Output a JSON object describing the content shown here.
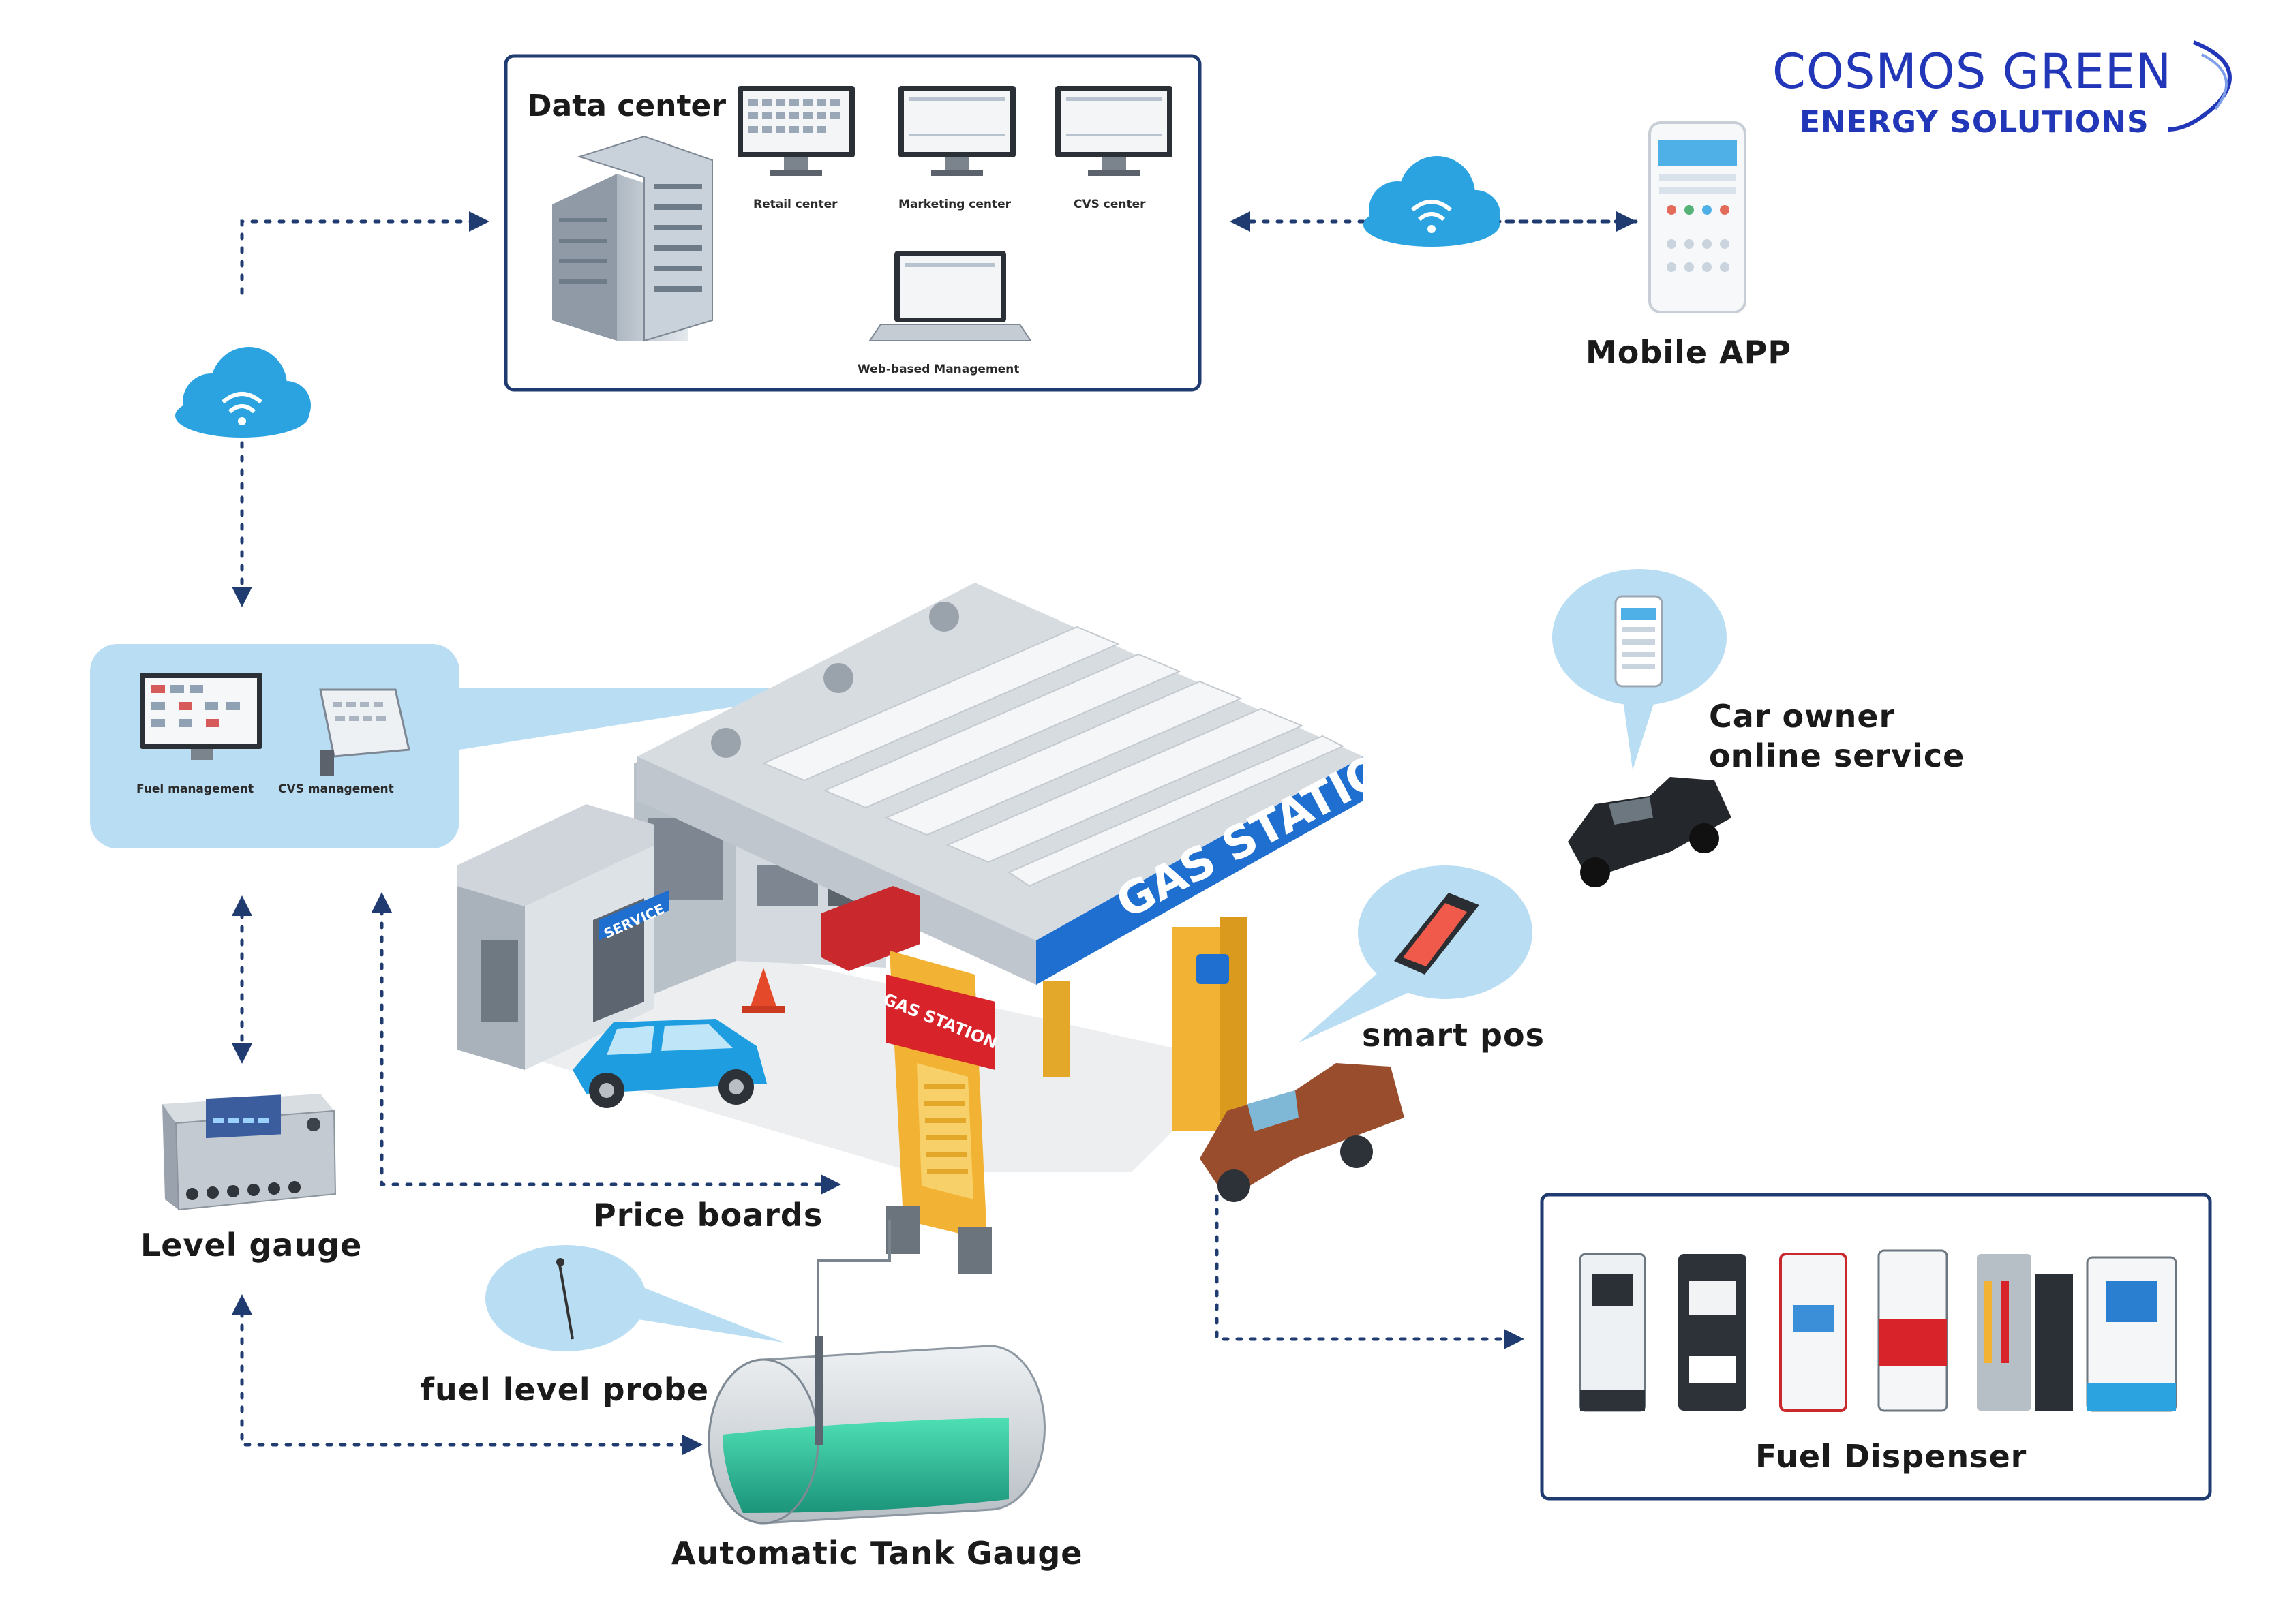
{
  "brand": {
    "line1": "COSMOS GREEN",
    "line2": "ENERGY  SOLUTIONS"
  },
  "data_center": {
    "title": "Data center",
    "retail": "Retail center",
    "marketing": "Marketing center",
    "cvs": "CVS center",
    "web": "Web-based Management"
  },
  "mobile_app": "Mobile APP",
  "station_panel": {
    "fuel_mgmt": "Fuel management",
    "cvs_mgmt": "CVS management"
  },
  "level_gauge": "Level gauge",
  "price_boards": "Price boards",
  "fuel_level_probe": "fuel level probe",
  "tank_gauge": "Automatic Tank Gauge",
  "smart_pos": "smart pos",
  "car_owner_line1": "Car owner",
  "car_owner_line2": "online service",
  "fuel_dispenser": "Fuel Dispenser",
  "signage": {
    "canopy": "GAS STATION",
    "pylon": "GAS STATION",
    "shop": "SERVICE"
  },
  "colors": {
    "accent_blue": "#1f3b70",
    "bubble_blue": "#b9ddf2",
    "cloud_blue": "#2aa3e0",
    "brand_blue": "#2236b8",
    "sign_blue": "#1e6fd0",
    "sign_red": "#d8232a"
  }
}
